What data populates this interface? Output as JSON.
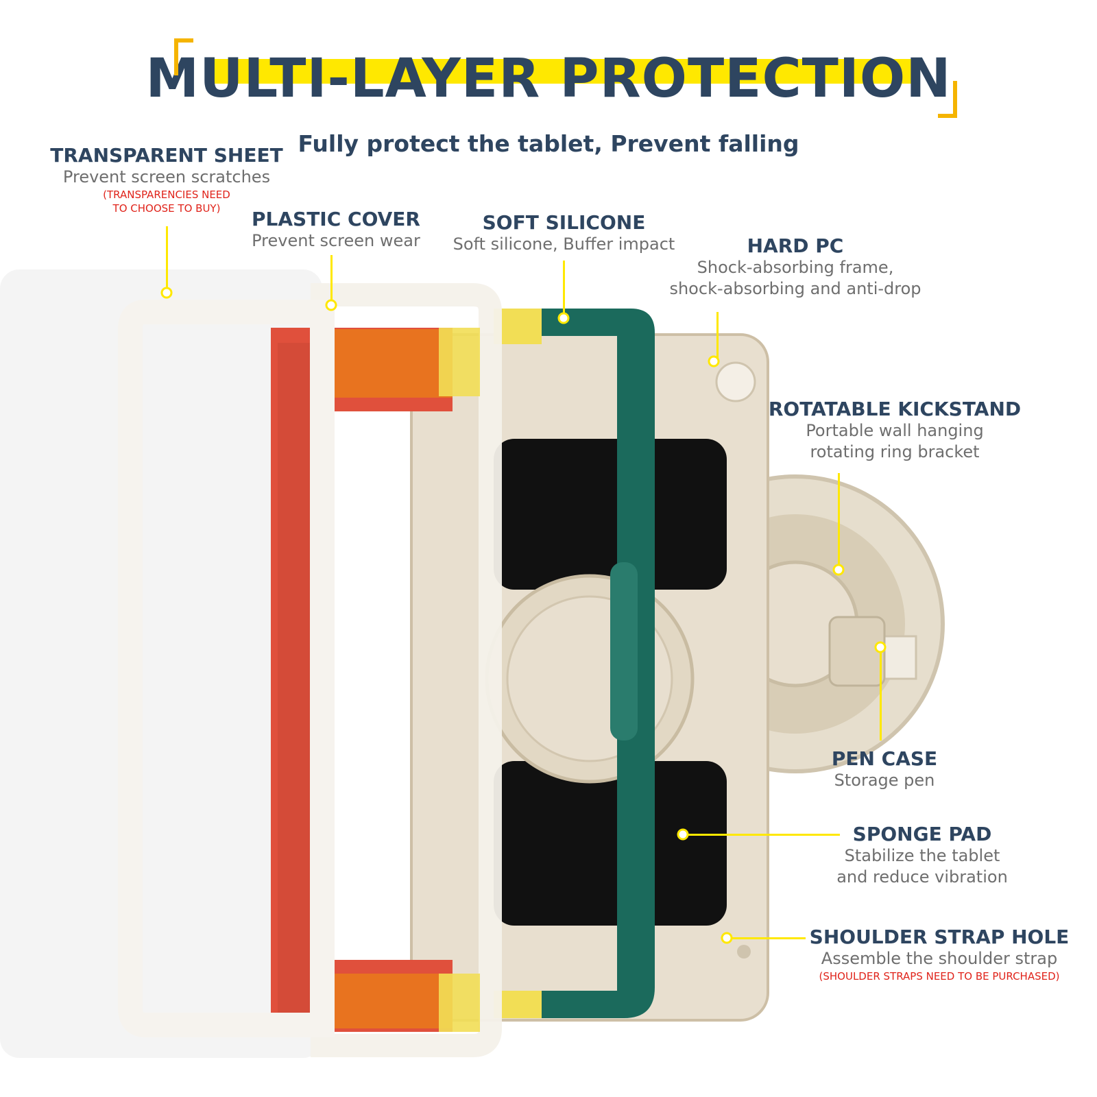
{
  "header": {
    "title": "MULTI-LAYER PROTECTION",
    "subtitle": "Fully protect the tablet, Prevent falling"
  },
  "callouts": {
    "transparent_sheet": {
      "heading": "TRANSPARENT SHEET",
      "desc": "Prevent screen scratches",
      "note_line1": "(TRANSPARENCIES NEED",
      "note_line2": "TO CHOOSE TO BUY)"
    },
    "plastic_cover": {
      "heading": "PLASTIC COVER",
      "desc": "Prevent screen wear"
    },
    "soft_silicone": {
      "heading": "SOFT SILICONE",
      "desc": "Soft silicone, Buffer impact"
    },
    "hard_pc": {
      "heading": "HARD PC",
      "desc_line1": "Shock-absorbing frame,",
      "desc_line2": "shock-absorbing and anti-drop"
    },
    "rotatable_kickstand": {
      "heading": "ROTATABLE KICKSTAND",
      "desc_line1": "Portable wall hanging",
      "desc_line2": "rotating ring bracket"
    },
    "pen_case": {
      "heading": "PEN CASE",
      "desc": "Storage pen"
    },
    "sponge_pad": {
      "heading": "SPONGE PAD",
      "desc_line1": "Stabilize the tablet",
      "desc_line2": "and reduce vibration"
    },
    "shoulder_strap_hole": {
      "heading": "SHOULDER STRAP HOLE",
      "desc": "Assemble the shoulder strap",
      "note": "(SHOULDER STRAPS NEED TO BE PURCHASED)"
    }
  },
  "colors": {
    "heading": "#2E4560",
    "accent_yellow": "#FFE800",
    "note_red": "#E0231A",
    "silicone_green": "#1B6A5C",
    "cover_red": "#E0503C",
    "pc_beige": "#E8DFCF",
    "sponge_black": "#111111"
  }
}
